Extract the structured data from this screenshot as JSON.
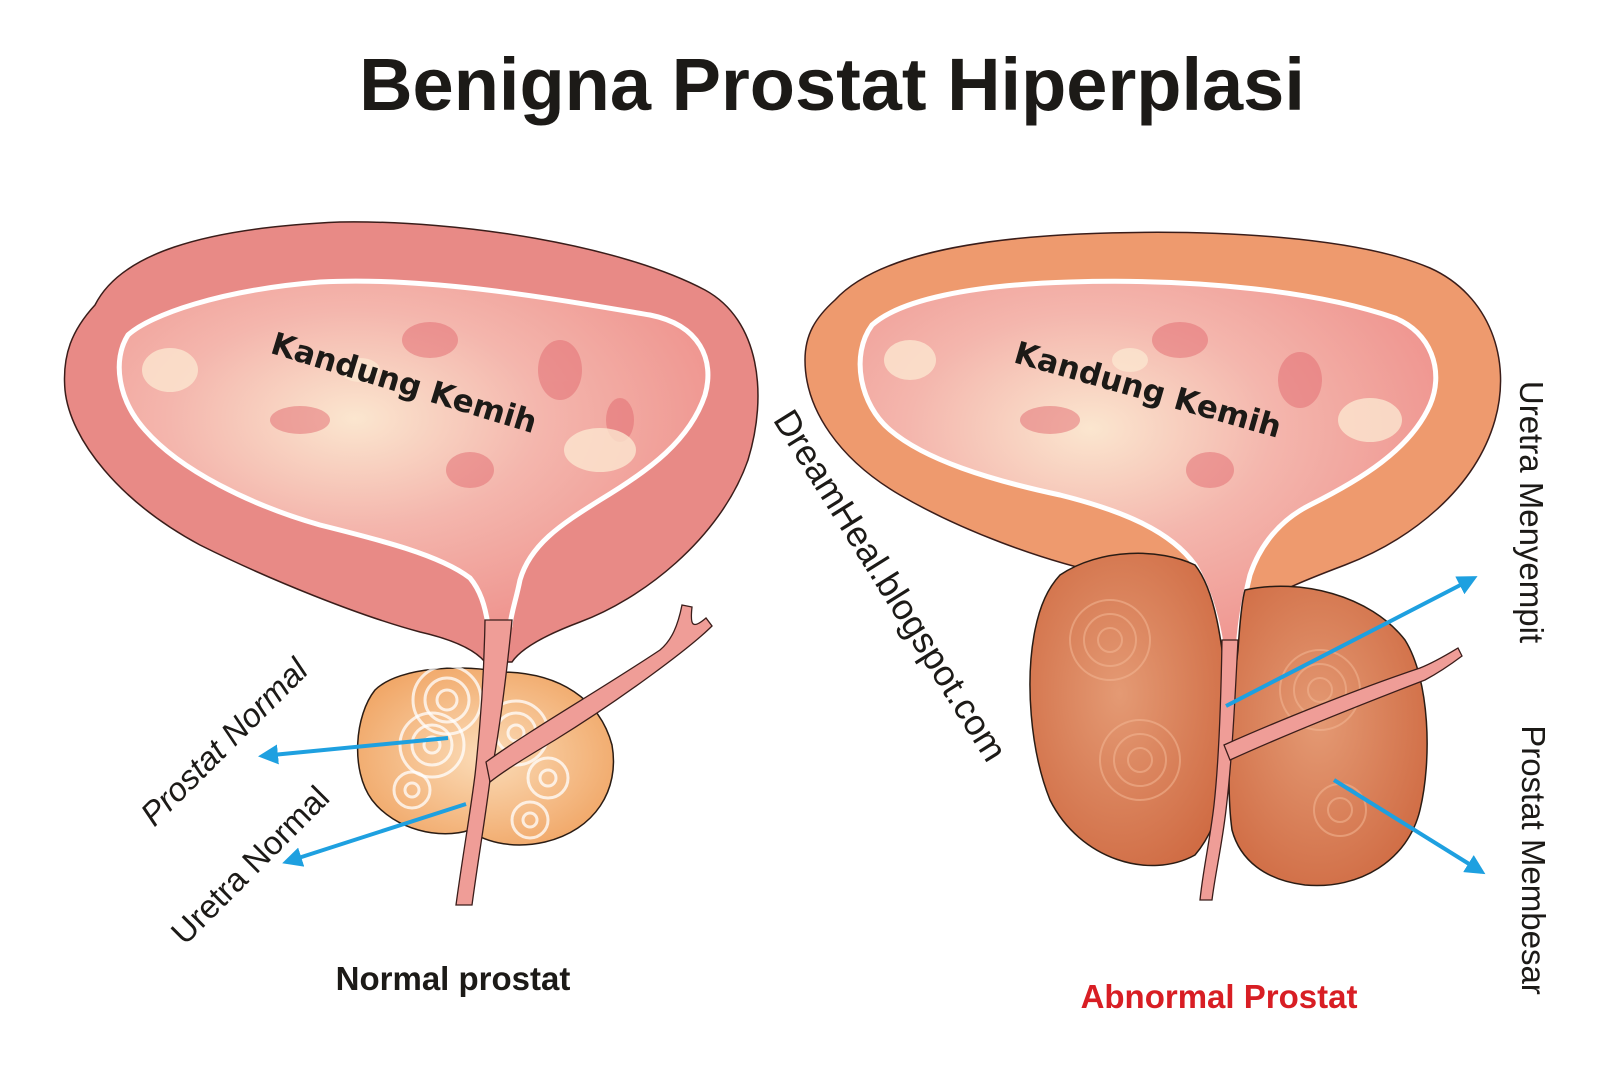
{
  "title": "Benigna Prostat Hiperplasi",
  "watermark": "DreamHeal.blogspot.com",
  "colors": {
    "bladder_wall_normal": "#e88a86",
    "bladder_wall_abnormal": "#ee9a6e",
    "bladder_lumen": "#f2aca6",
    "bladder_lumen_light": "#fbe6cf",
    "bladder_lining": "#ffffff",
    "urethra": "#ef9d97",
    "prostate_normal": "#f3b07a",
    "prostate_abnormal": "#d6744c",
    "arrow": "#1ea0e0",
    "caption_abnormal": "#d81e24",
    "text": "#1c1a17"
  },
  "normal": {
    "organ_label": "Kandung Kemih",
    "prostat_label": "Prostat Normal",
    "uretra_label": "Uretra Normal",
    "caption": "Normal prostat"
  },
  "abnormal": {
    "organ_label": "Kandung Kemih",
    "uretra_label": "Uretra Menyempit",
    "prostat_label": "Prostat Membesar",
    "caption": "Abnormal Prostat"
  }
}
